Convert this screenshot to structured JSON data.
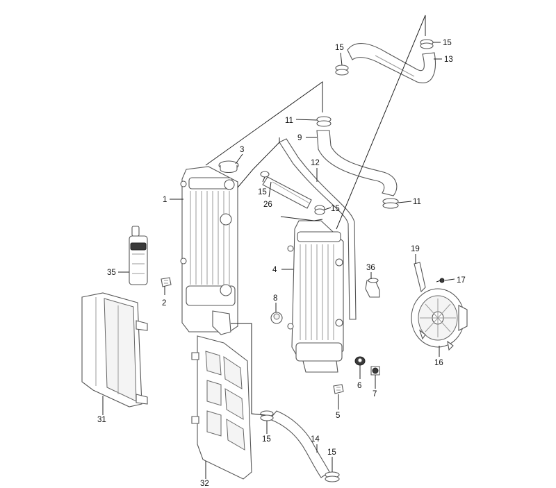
{
  "callouts": {
    "c1": "1",
    "c2": "2",
    "c3": "3",
    "c4": "4",
    "c5": "5",
    "c6": "6",
    "c7": "7",
    "c8": "8",
    "c9": "9",
    "c11a": "11",
    "c11b": "11",
    "c12": "12",
    "c13": "13",
    "c14": "14",
    "c15a": "15",
    "c15b": "15",
    "c15c": "15",
    "c15d": "15",
    "c15e": "15",
    "c15f": "15",
    "c16": "16",
    "c17": "17",
    "c19": "19",
    "c26": "26",
    "c31": "31",
    "c32": "32",
    "c35": "35",
    "c36": "36"
  }
}
